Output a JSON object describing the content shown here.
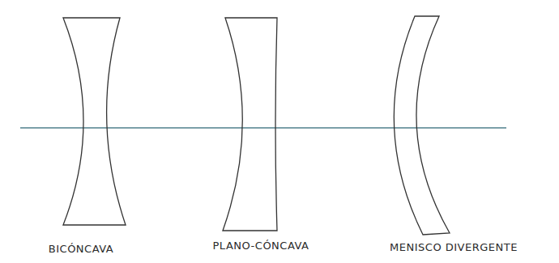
{
  "diagram": {
    "labels": [
      "BICÓNCAVA",
      "PLANO-CÓNCAVA",
      "MENISCO DIVERGENTE"
    ]
  }
}
